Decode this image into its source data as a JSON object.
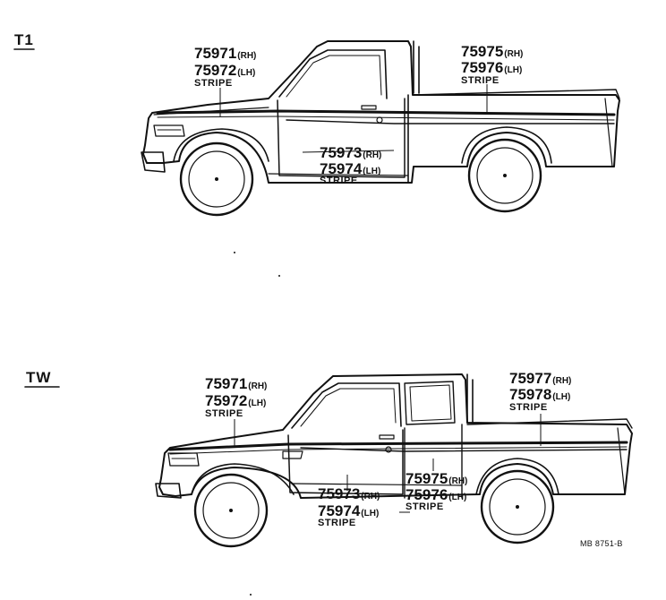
{
  "sections": [
    {
      "name": "T1",
      "callouts": [
        {
          "parts": [
            {
              "number": "75971",
              "side": "(RH)"
            },
            {
              "number": "75972",
              "side": "(LH)"
            }
          ],
          "desc": "STRIPE"
        },
        {
          "parts": [
            {
              "number": "75975",
              "side": "(RH)"
            },
            {
              "number": "75976",
              "side": "(LH)"
            }
          ],
          "desc": "STRIPE"
        },
        {
          "parts": [
            {
              "number": "75973",
              "side": "(RH)"
            },
            {
              "number": "75974",
              "side": "(LH)"
            }
          ],
          "desc": "STRIPE"
        }
      ]
    },
    {
      "name": "TW",
      "callouts": [
        {
          "parts": [
            {
              "number": "75971",
              "side": "(RH)"
            },
            {
              "number": "75972",
              "side": "(LH)"
            }
          ],
          "desc": "STRIPE"
        },
        {
          "parts": [
            {
              "number": "75977",
              "side": "(RH)"
            },
            {
              "number": "75978",
              "side": "(LH)"
            }
          ],
          "desc": "STRIPE"
        },
        {
          "parts": [
            {
              "number": "75975",
              "side": "(RH)"
            },
            {
              "number": "75976",
              "side": "(LH)"
            }
          ],
          "desc": "STRIPE"
        },
        {
          "parts": [
            {
              "number": "75973",
              "side": "(RH)"
            },
            {
              "number": "75974",
              "side": "(LH)"
            }
          ],
          "desc": "STRIPE"
        }
      ]
    }
  ],
  "figure_code": "MB 8751-B"
}
